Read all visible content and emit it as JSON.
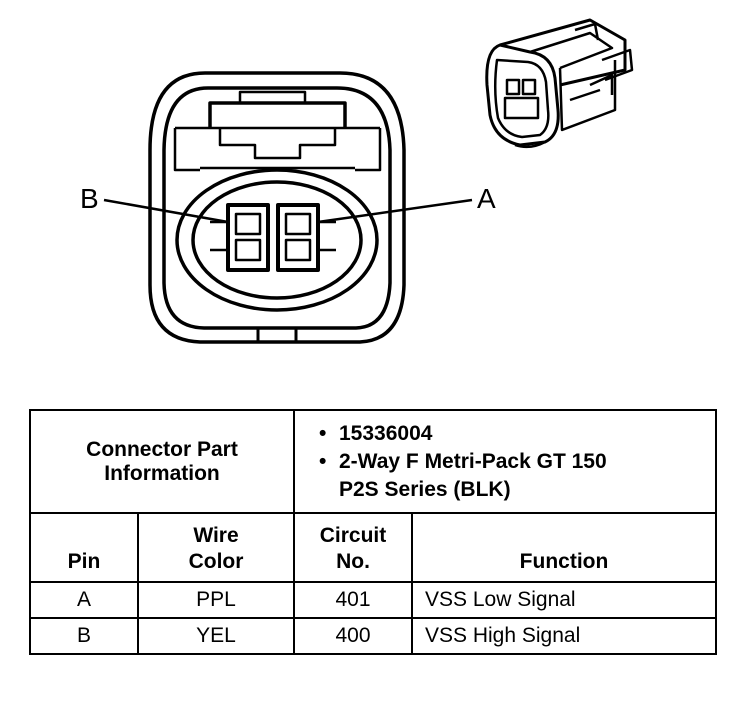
{
  "callouts": {
    "pin_b": "B",
    "pin_a": "A"
  },
  "table": {
    "connector_label_line1": "Connector Part",
    "connector_label_line2": "Information",
    "part_info": [
      "15336004",
      "2-Way F Metri-Pack GT 150",
      "P2S Series (BLK)"
    ],
    "headers": {
      "pin": "Pin",
      "wire_color_line1": "Wire",
      "wire_color_line2": "Color",
      "circuit_line1": "Circuit",
      "circuit_line2": "No.",
      "function": "Function"
    },
    "rows": [
      {
        "pin": "A",
        "wire_color": "PPL",
        "circuit": "401",
        "function": "VSS Low Signal"
      },
      {
        "pin": "B",
        "wire_color": "YEL",
        "circuit": "400",
        "function": "VSS High Signal"
      }
    ]
  }
}
